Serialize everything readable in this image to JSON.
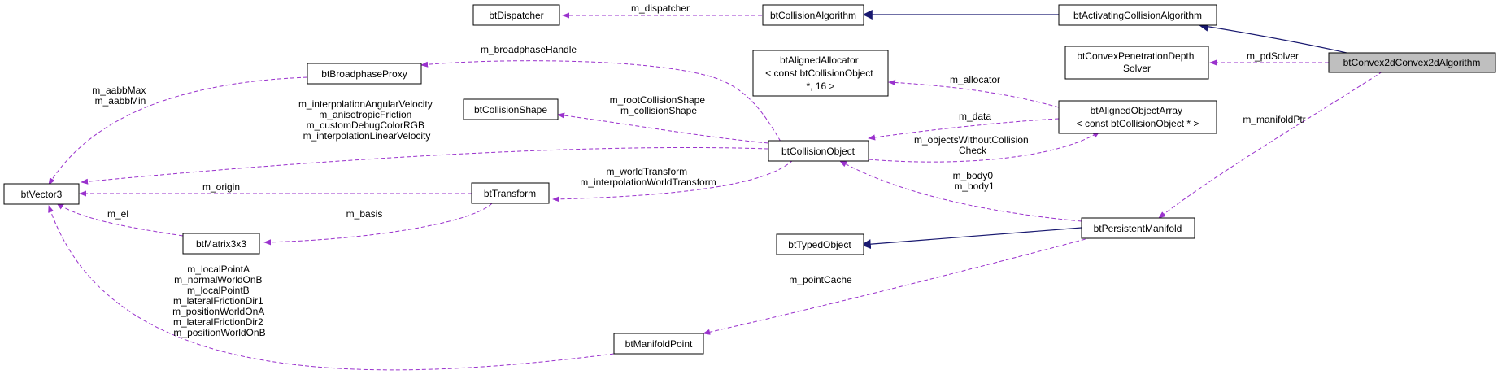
{
  "diagram": {
    "nodes": {
      "btDispatcher": [
        "btDispatcher"
      ],
      "btCollisionAlgorithm": [
        "btCollisionAlgorithm"
      ],
      "btActivatingCollisionAlgorithm": [
        "btActivatingCollisionAlgorithm"
      ],
      "btConvex2dConvex2dAlgorithm": [
        "btConvex2dConvex2dAlgorithm"
      ],
      "btConvexPenetrationDepthSolver": [
        "btConvexPenetrationDepth",
        "Solver"
      ],
      "btBroadphaseProxy": [
        "btBroadphaseProxy"
      ],
      "btAlignedAllocator": [
        "btAlignedAllocator",
        "< const btCollisionObject",
        "*, 16 >"
      ],
      "btAlignedObjectArray": [
        "btAlignedObjectArray",
        "< const btCollisionObject * >"
      ],
      "btCollisionShape": [
        "btCollisionShape"
      ],
      "btCollisionObject": [
        "btCollisionObject"
      ],
      "btVector3": [
        "btVector3"
      ],
      "btTransform": [
        "btTransform"
      ],
      "btMatrix3x3": [
        "btMatrix3x3"
      ],
      "btTypedObject": [
        "btTypedObject"
      ],
      "btPersistentManifold": [
        "btPersistentManifold"
      ],
      "btManifoldPoint": [
        "btManifoldPoint"
      ]
    },
    "labels": {
      "m_dispatcher": [
        "m_dispatcher"
      ],
      "m_pdSolver": [
        "m_pdSolver"
      ],
      "m_broadphaseHandle": [
        "m_broadphaseHandle"
      ],
      "m_allocator": [
        "m_allocator"
      ],
      "m_manifoldPtr": [
        "m_manifoldPtr"
      ],
      "aabb": [
        "m_aabbMax",
        "m_aabbMin"
      ],
      "vectors": [
        "m_interpolationAngularVelocity",
        "m_anisotropicFriction",
        "m_customDebugColorRGB",
        "m_interpolationLinearVelocity"
      ],
      "shape": [
        "m_rootCollisionShape",
        "m_collisionShape"
      ],
      "m_data": [
        "m_data"
      ],
      "objectsWithout": [
        "m_objectsWithoutCollision",
        "Check"
      ],
      "bodies": [
        "m_body0",
        "m_body1"
      ],
      "m_origin": [
        "m_origin"
      ],
      "transforms": [
        "m_worldTransform",
        "m_interpolationWorldTransform"
      ],
      "m_el": [
        "m_el"
      ],
      "m_basis": [
        "m_basis"
      ],
      "m_pointCache": [
        "m_pointCache"
      ],
      "points": [
        "m_localPointA",
        "m_normalWorldOnB",
        "m_localPointB",
        "m_lateralFrictionDir1",
        "m_positionWorldOnA",
        "m_lateralFrictionDir2",
        "m_positionWorldOnB"
      ]
    }
  }
}
